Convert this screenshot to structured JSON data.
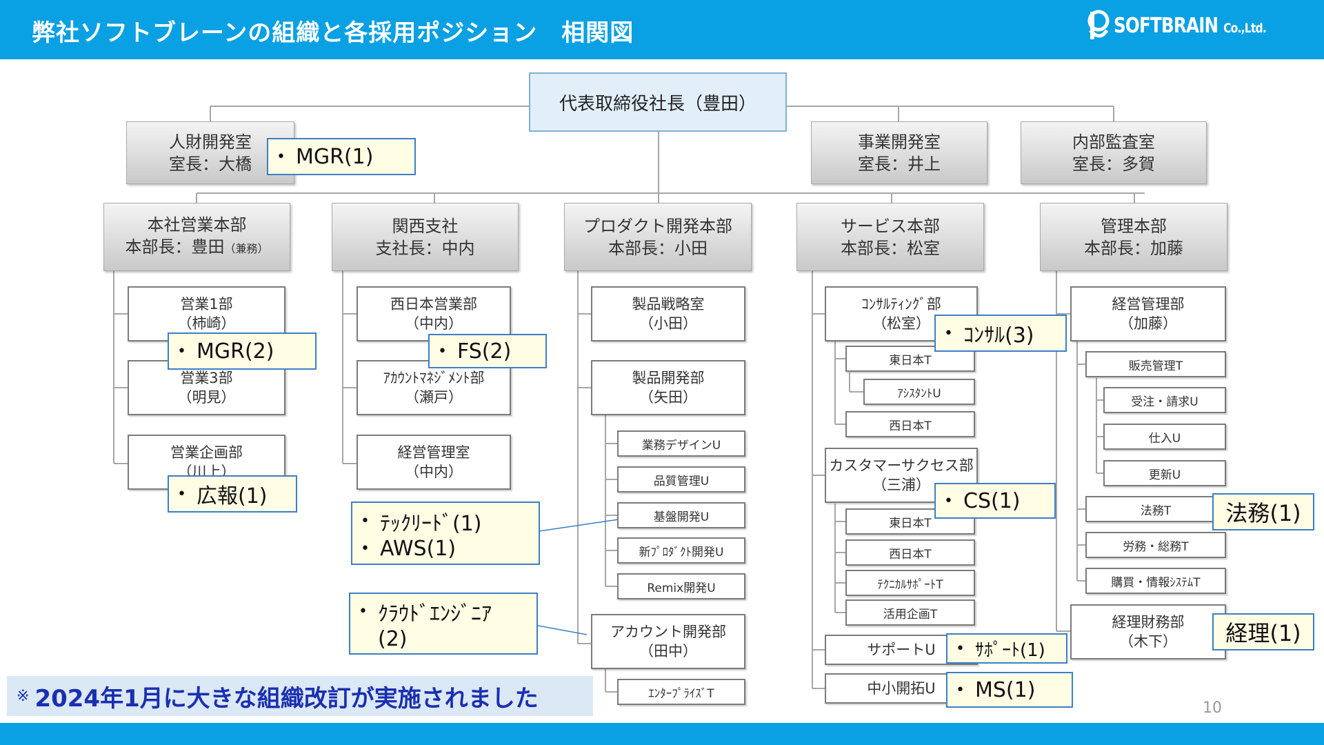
{
  "header": {
    "title": "弊社ソフトブレーンの組織と各採用ポジション　相関図",
    "logo_text": "SOFTBRAIN",
    "logo_suffix": "Co.,Ltd."
  },
  "org": {
    "ceo": "代表取締役社長（豊田）",
    "hr_office": {
      "line1": "人財開発室",
      "line2": "室長：大橋"
    },
    "biz_dev_office": {
      "line1": "事業開発室",
      "line2": "室長：井上"
    },
    "audit_office": {
      "line1": "内部監査室",
      "line2": "室長：多賀"
    },
    "sales_hq": {
      "line1": "本社営業本部",
      "line2": "本部長：豊田",
      "line2_small": "（兼務）"
    },
    "kansai": {
      "line1": "関西支社",
      "line2": "支社長：中内"
    },
    "product_hq": {
      "line1": "プロダクト開発本部",
      "line2": "本部長：小田"
    },
    "service_hq": {
      "line1": "サービス本部",
      "line2": "本部長：松室"
    },
    "admin_hq": {
      "line1": "管理本部",
      "line2": "本部長：加藤"
    },
    "sales1": {
      "line1": "営業1部",
      "line2": "（柿崎）"
    },
    "sales3": {
      "line1": "営業3部",
      "line2": "（明見）"
    },
    "sales_plan": {
      "line1": "営業企画部",
      "line2": "（川上）"
    },
    "west_sales": {
      "line1": "西日本営業部",
      "line2": "（中内）"
    },
    "account_mgmt": {
      "line1": "ｱｶｳﾝﾄﾏﾈｼﾞﾒﾝﾄ部",
      "line2": "（瀬戸）"
    },
    "kansai_mgmt": {
      "line1": "経営管理室",
      "line2": "（中内）"
    },
    "product_strategy": {
      "line1": "製品戦略室",
      "line2": "（小田）"
    },
    "product_dev": {
      "line1": "製品開発部",
      "line2": "（矢田）"
    },
    "biz_design": "業務デザインU",
    "quality": "品質管理U",
    "platform": "基盤開発U",
    "new_product": "新ﾌﾟﾛﾀﾞｸﾄ開発U",
    "remix": "Remix開発U",
    "account_dev": {
      "line1": "アカウント開発部",
      "line2": "（田中）"
    },
    "enterprise": "ｴﾝﾀｰﾌﾟﾗｲｽﾞT",
    "consulting": {
      "line1": "ｺﾝｻﾙﾃｨﾝｸﾞ部",
      "line2": "（松室）"
    },
    "east_t1": "東日本T",
    "assistant": "ｱｼｽﾀﾝﾄU",
    "west_t1": "西日本T",
    "cs_dept": {
      "line1": "カスタマーサクセス部",
      "line2": "（三浦）"
    },
    "east_t2": "東日本T",
    "west_t2": "西日本T",
    "tech_support": "ﾃｸﾆｶﾙｻﾎﾟｰﾄT",
    "utilization": "活用企画T",
    "support_u": "サポートU",
    "smb_u": "中小開拓U",
    "mgmt_dept": {
      "line1": "経営管理部",
      "line2": "（加藤）"
    },
    "sales_mgmt_t": "販売管理T",
    "order_u": "受注・請求U",
    "purchase_u": "仕入U",
    "renewal_u": "更新U",
    "legal_t": "法務T",
    "labor_t": "労務・総務T",
    "procure_t": "購買・情報ｼｽﾃﾑT",
    "finance_dept": {
      "line1": "経理財務部",
      "line2": "（木下）"
    }
  },
  "positions": {
    "mgr1": "MGR(1)",
    "mgr2": "MGR(2)",
    "fs2": "FS(2)",
    "pr1": "広報(1)",
    "techlead": "ﾃｯｸﾘｰﾄﾞ(1)",
    "aws": "AWS(1)",
    "cloud1": "ｸﾗｳﾄﾞｴﾝｼﾞﾆｱ",
    "cloud2": "(2)",
    "consul": "ｺﾝｻﾙ(3)",
    "cs": "CS(1)",
    "support": "ｻﾎﾟｰﾄ(1)",
    "ms": "MS(1)",
    "legal": "法務(1)",
    "accounting": "経理(1)"
  },
  "footer": {
    "note_mark": "※",
    "note": "2024年1月に大きな組織改訂が実施されました",
    "page": "10"
  },
  "colors": {
    "header_blue": "#0aa0e4",
    "note_text": "#1a2fb0",
    "label_border": "#3b7ec7",
    "label_fill": "#fffde4"
  }
}
